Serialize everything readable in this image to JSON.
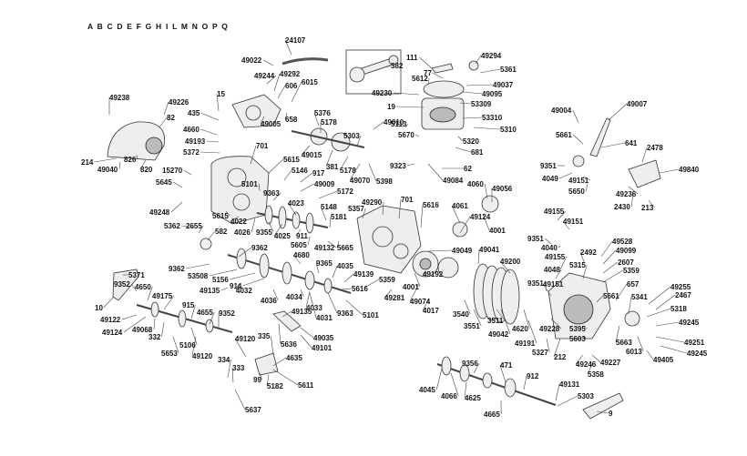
{
  "header": {
    "letters": "A B C D E F G H I L M N O P Q"
  },
  "labels": {
    "l1": "24107",
    "l2": "49022",
    "l3": "49244",
    "l4": "49292",
    "l5": "606",
    "l6": "6015",
    "l7": "111",
    "l8": "49294",
    "l9": "5361",
    "l10": "382",
    "l11": "77",
    "l12": "5612",
    "l13": "49037",
    "l14": "49230",
    "l15": "49095",
    "l16": "53309",
    "l17": "19",
    "l18": "53310",
    "l19": "49238",
    "l20": "49226",
    "l21": "15",
    "l22": "435",
    "l23": "82",
    "l24": "4660",
    "l25": "49193",
    "l26": "5372",
    "l27": "826",
    "l28": "214",
    "l29": "49040",
    "l30": "820",
    "l31": "49005",
    "l32": "658",
    "l33": "5376",
    "l34": "5178",
    "l35": "49010",
    "l36": "5113",
    "l37": "5303",
    "l38": "5670",
    "l39": "5310",
    "l40": "5320",
    "l41": "681",
    "l42": "9323",
    "l43": "62",
    "l44": "49004",
    "l45": "49007",
    "l46": "5661",
    "l47": "641",
    "l48": "2478",
    "l49": "9351",
    "l50": "4049",
    "l51": "49151",
    "l52": "5650",
    "l53": "49840",
    "l54": "49236",
    "l55": "2430",
    "l56": "213",
    "l57": "701",
    "l58": "49015",
    "l59": "381",
    "l60": "5178",
    "l61": "5398",
    "l62": "49084",
    "l63": "15270",
    "l64": "5615",
    "l65": "5146",
    "l66": "917",
    "l67": "49009",
    "l68": "5645",
    "l69": "5101",
    "l70": "9363",
    "l71": "49070",
    "l72": "5172",
    "l73": "49248",
    "l74": "5615",
    "l75": "4022",
    "l76": "4026",
    "l77": "4023",
    "l78": "9355",
    "l79": "4025",
    "l80": "5148",
    "l81": "5181",
    "l82": "5357",
    "l83": "49290",
    "l84": "701",
    "l85": "5616",
    "l86": "4061",
    "l87": "4060",
    "l88": "49056",
    "l89": "5362",
    "l90": "2655",
    "l91": "582",
    "l92": "911",
    "l93": "5605",
    "l94": "49132",
    "l95": "5665",
    "l96": "49124",
    "l97": "4001",
    "l98": "49155",
    "l99": "49151",
    "l100": "9362",
    "l101": "4680",
    "l102": "9365",
    "l103": "4035",
    "l104": "49049",
    "l105": "49041",
    "l106": "9351",
    "l107": "4040",
    "l108": "2492",
    "l109": "49528",
    "l110": "49099",
    "l111": "9362",
    "l112": "53508",
    "l113": "5156",
    "l114": "914",
    "l115": "49139",
    "l116": "5359",
    "l117": "4001",
    "l118": "49200",
    "l119": "49155",
    "l120": "4048",
    "l121": "5315",
    "l122": "2607",
    "l123": "5359",
    "l124": "5371",
    "l125": "9352",
    "l126": "4650",
    "l127": "49135",
    "l128": "4032",
    "l129": "5616",
    "l130": "49281",
    "l131": "49192",
    "l132": "9351",
    "l133": "49151",
    "l134": "657",
    "l135": "49255",
    "l136": "2467",
    "l137": "49175",
    "l138": "10",
    "l139": "915",
    "l140": "4036",
    "l141": "4034",
    "l142": "4033",
    "l143": "9363",
    "l144": "49074",
    "l145": "5101",
    "l146": "4017",
    "l147": "5341",
    "l148": "5318",
    "l149": "4655",
    "l150": "9352",
    "l151": "49122",
    "l152": "49135",
    "l153": "4031",
    "l154": "3540",
    "l155": "5661",
    "l156": "49245",
    "l157": "49068",
    "l158": "3511",
    "l159": "49124",
    "l160": "332",
    "l161": "5636",
    "l162": "3551",
    "l163": "49042",
    "l164": "4620",
    "l165": "49228",
    "l166": "5395",
    "l167": "5663",
    "l168": "49035",
    "l169": "49251",
    "l170": "5106",
    "l171": "49120",
    "l172": "335",
    "l173": "49101",
    "l174": "49191",
    "l175": "5327",
    "l176": "5603",
    "l177": "6013",
    "l178": "49245",
    "l179": "5653",
    "l180": "49120",
    "l181": "4635",
    "l182": "212",
    "l183": "49246",
    "l184": "49227",
    "l185": "49405",
    "l186": "334",
    "l187": "333",
    "l188": "9356",
    "l189": "471",
    "l190": "5358",
    "l191": "99",
    "l192": "5611",
    "l193": "912",
    "l194": "5182",
    "l195": "49131",
    "l196": "4045",
    "l197": "4066",
    "l198": "4625",
    "l199": "5303",
    "l200": "5637",
    "l201": "4665",
    "l202": "9"
  },
  "colors": {
    "ink": "#111111",
    "part_fill": "#eeeeee",
    "part_stroke": "#333333"
  }
}
